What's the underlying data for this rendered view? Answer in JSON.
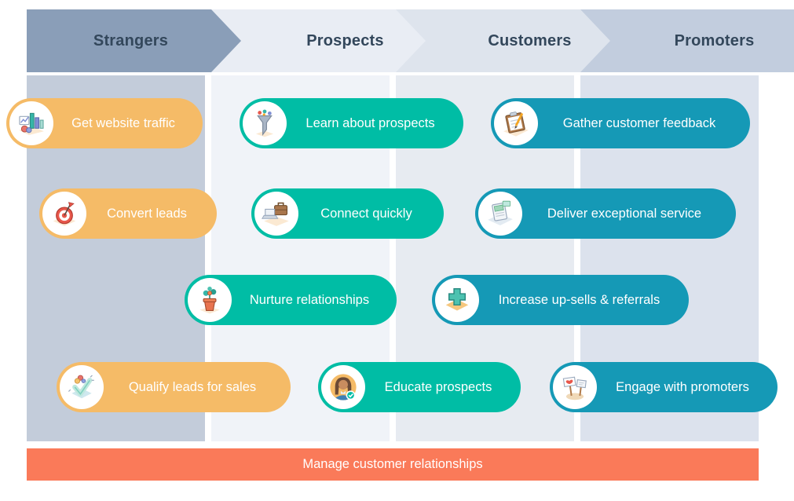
{
  "stages": [
    {
      "label": "Strangers",
      "arrow_color": "#8a9eb8",
      "column_color": "#c3ccda"
    },
    {
      "label": "Prospects",
      "arrow_color": "#e9edf4",
      "column_color": "#f0f3f8"
    },
    {
      "label": "Customers",
      "arrow_color": "#dee4ed",
      "column_color": "#e7ebf1"
    },
    {
      "label": "Promoters",
      "arrow_color": "#c2cdde",
      "column_color": "#dce2ed"
    }
  ],
  "pills": [
    {
      "label": "Get website traffic",
      "icon": "analytics-icon",
      "color": "#f5bb67",
      "stage": "Strangers"
    },
    {
      "label": "Learn about prospects",
      "icon": "funnel-icon",
      "color": "#00bda5",
      "stage": "Prospects"
    },
    {
      "label": "Gather customer feedback",
      "icon": "clipboard-pencil-icon",
      "color": "#1599b6",
      "stage": "Customers"
    },
    {
      "label": "Convert leads",
      "icon": "target-icon",
      "color": "#f5bb67",
      "stage": "Strangers"
    },
    {
      "label": "Connect quickly",
      "icon": "laptop-briefcase-icon",
      "color": "#00bda5",
      "stage": "Prospects"
    },
    {
      "label": "Deliver exceptional service",
      "icon": "service-device-icon",
      "color": "#1599b6",
      "stage": "Customers"
    },
    {
      "label": "Nurture relationships",
      "icon": "plant-icon",
      "color": "#00bda5",
      "stage": "Prospects"
    },
    {
      "label": "Increase up-sells & referrals",
      "icon": "plus-icon",
      "color": "#1599b6",
      "stage": "Customers"
    },
    {
      "label": "Qualify leads for sales",
      "icon": "check-celebration-icon",
      "color": "#f5bb67",
      "stage": "Strangers"
    },
    {
      "label": "Educate prospects",
      "icon": "avatar-icon",
      "color": "#00bda5",
      "stage": "Prospects"
    },
    {
      "label": "Engage with promoters",
      "icon": "signs-heart-icon",
      "color": "#1599b6",
      "stage": "Promoters"
    }
  ],
  "footer": {
    "label": "Manage customer relationships",
    "color": "#fa7a59"
  },
  "text_colors": {
    "header": "#33475b",
    "pill": "#ffffff"
  }
}
